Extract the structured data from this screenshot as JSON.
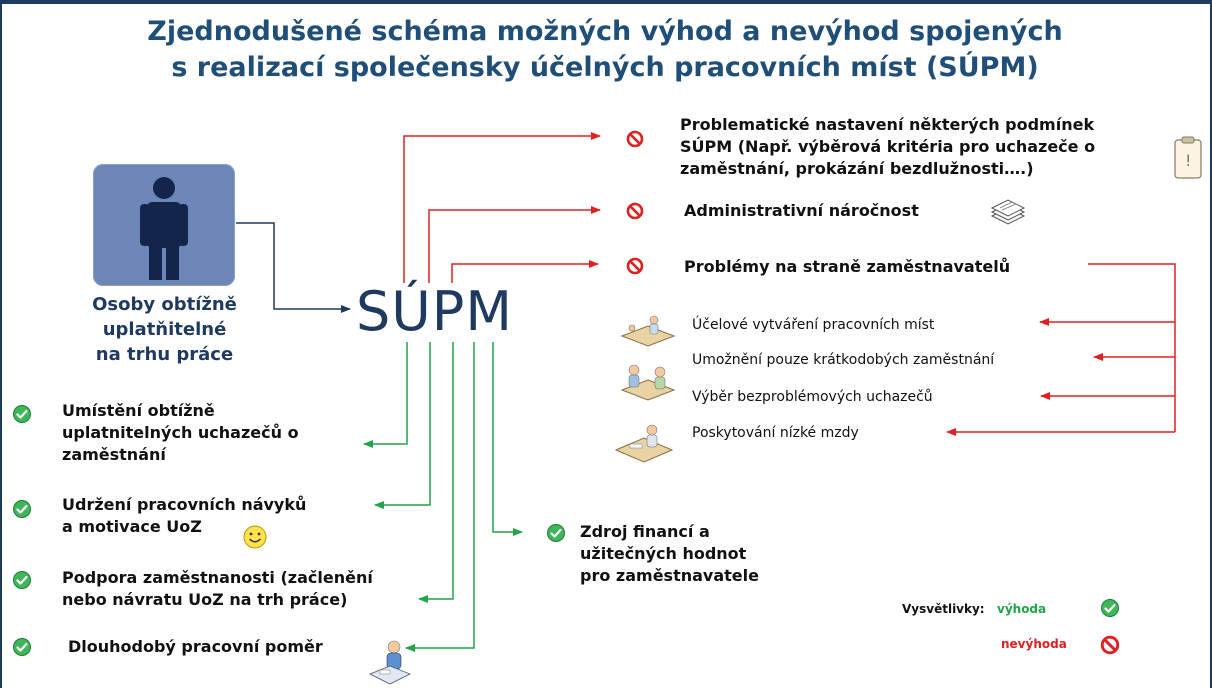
{
  "title": {
    "line1": "Zjednodušené schéma možných výhod a nevýhod spojených",
    "line2": "s realizací společensky účelných pracovních míst (SÚPM)"
  },
  "center": {
    "label": "SÚPM"
  },
  "person": {
    "icon": "person-icon",
    "line1": "Osoby obtížně",
    "line2": "uplatňitelné",
    "line3": "na trhu práce"
  },
  "disadvantages": [
    {
      "lines": [
        "Problematické nastavení některých podmínek",
        "SÚPM (Např. výběrová kritéria pro uchazeče o",
        "zaměstnání, prokázání bezdlužnosti….)"
      ],
      "icon": "clipboard-icon"
    },
    {
      "lines": [
        "Administrativní náročnost"
      ],
      "icon": "paper-stack-icon"
    },
    {
      "lines": [
        "Problémy na straně zaměstnavatelů"
      ]
    }
  ],
  "employer_problems": [
    "Účelové vytváření pracovních míst",
    "Umožnění pouze krátkodobých zaměstnání",
    "Výběr bezproblémových uchazečů",
    "Poskytování nízké mzdy"
  ],
  "advantages": [
    {
      "lines": [
        "Umístění obtížně",
        "uplatnitelných uchazečů o",
        "zaměstnání"
      ]
    },
    {
      "lines": [
        "Udržení pracovních návyků",
        "a motivace UoZ"
      ],
      "icon": "smiley-icon"
    },
    {
      "lines": [
        "Podpora zaměstnanosti (začlenění",
        "nebo návratu UoZ na trh práce)"
      ]
    },
    {
      "lines": [
        "Dlouhodobý pracovní poměr"
      ],
      "icon": "worker-at-desk-icon"
    },
    {
      "lines": [
        "Zdroj financí a",
        "užitečných hodnot",
        "pro zaměstnavatele"
      ]
    }
  ],
  "legend": {
    "prefix": "Vysvětlivky:",
    "advantage": "výhoda",
    "disadvantage": "nevýhoda"
  },
  "colors": {
    "title": "#1f4e79",
    "advantage": "#22a44a",
    "disadvantage": "#e02020",
    "person_box": "#6d86b8",
    "person_figure": "#13254a"
  }
}
